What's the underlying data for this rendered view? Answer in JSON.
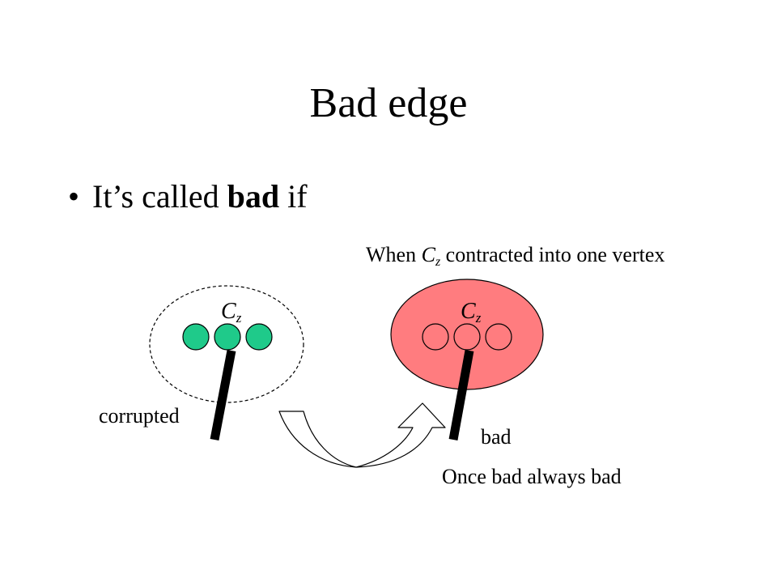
{
  "slide": {
    "title": "Bad edge",
    "bullet": {
      "prefix": "It’s called ",
      "bold": "bad",
      "suffix": " if"
    }
  },
  "diagram": {
    "caption_top": {
      "before": "When ",
      "var_main": "C",
      "var_sub": "z",
      "after": " contracted into one vertex"
    },
    "left_component": {
      "label_main": "C",
      "label_sub": "z",
      "edge_label": "corrupted",
      "vertex_fill": "#1fca8a",
      "outline_style": "dashed"
    },
    "right_component": {
      "label_main": "C",
      "label_sub": "z",
      "edge_label": "bad",
      "fill": "#ff7c7f"
    },
    "caption_bottom": "Once bad always bad"
  }
}
